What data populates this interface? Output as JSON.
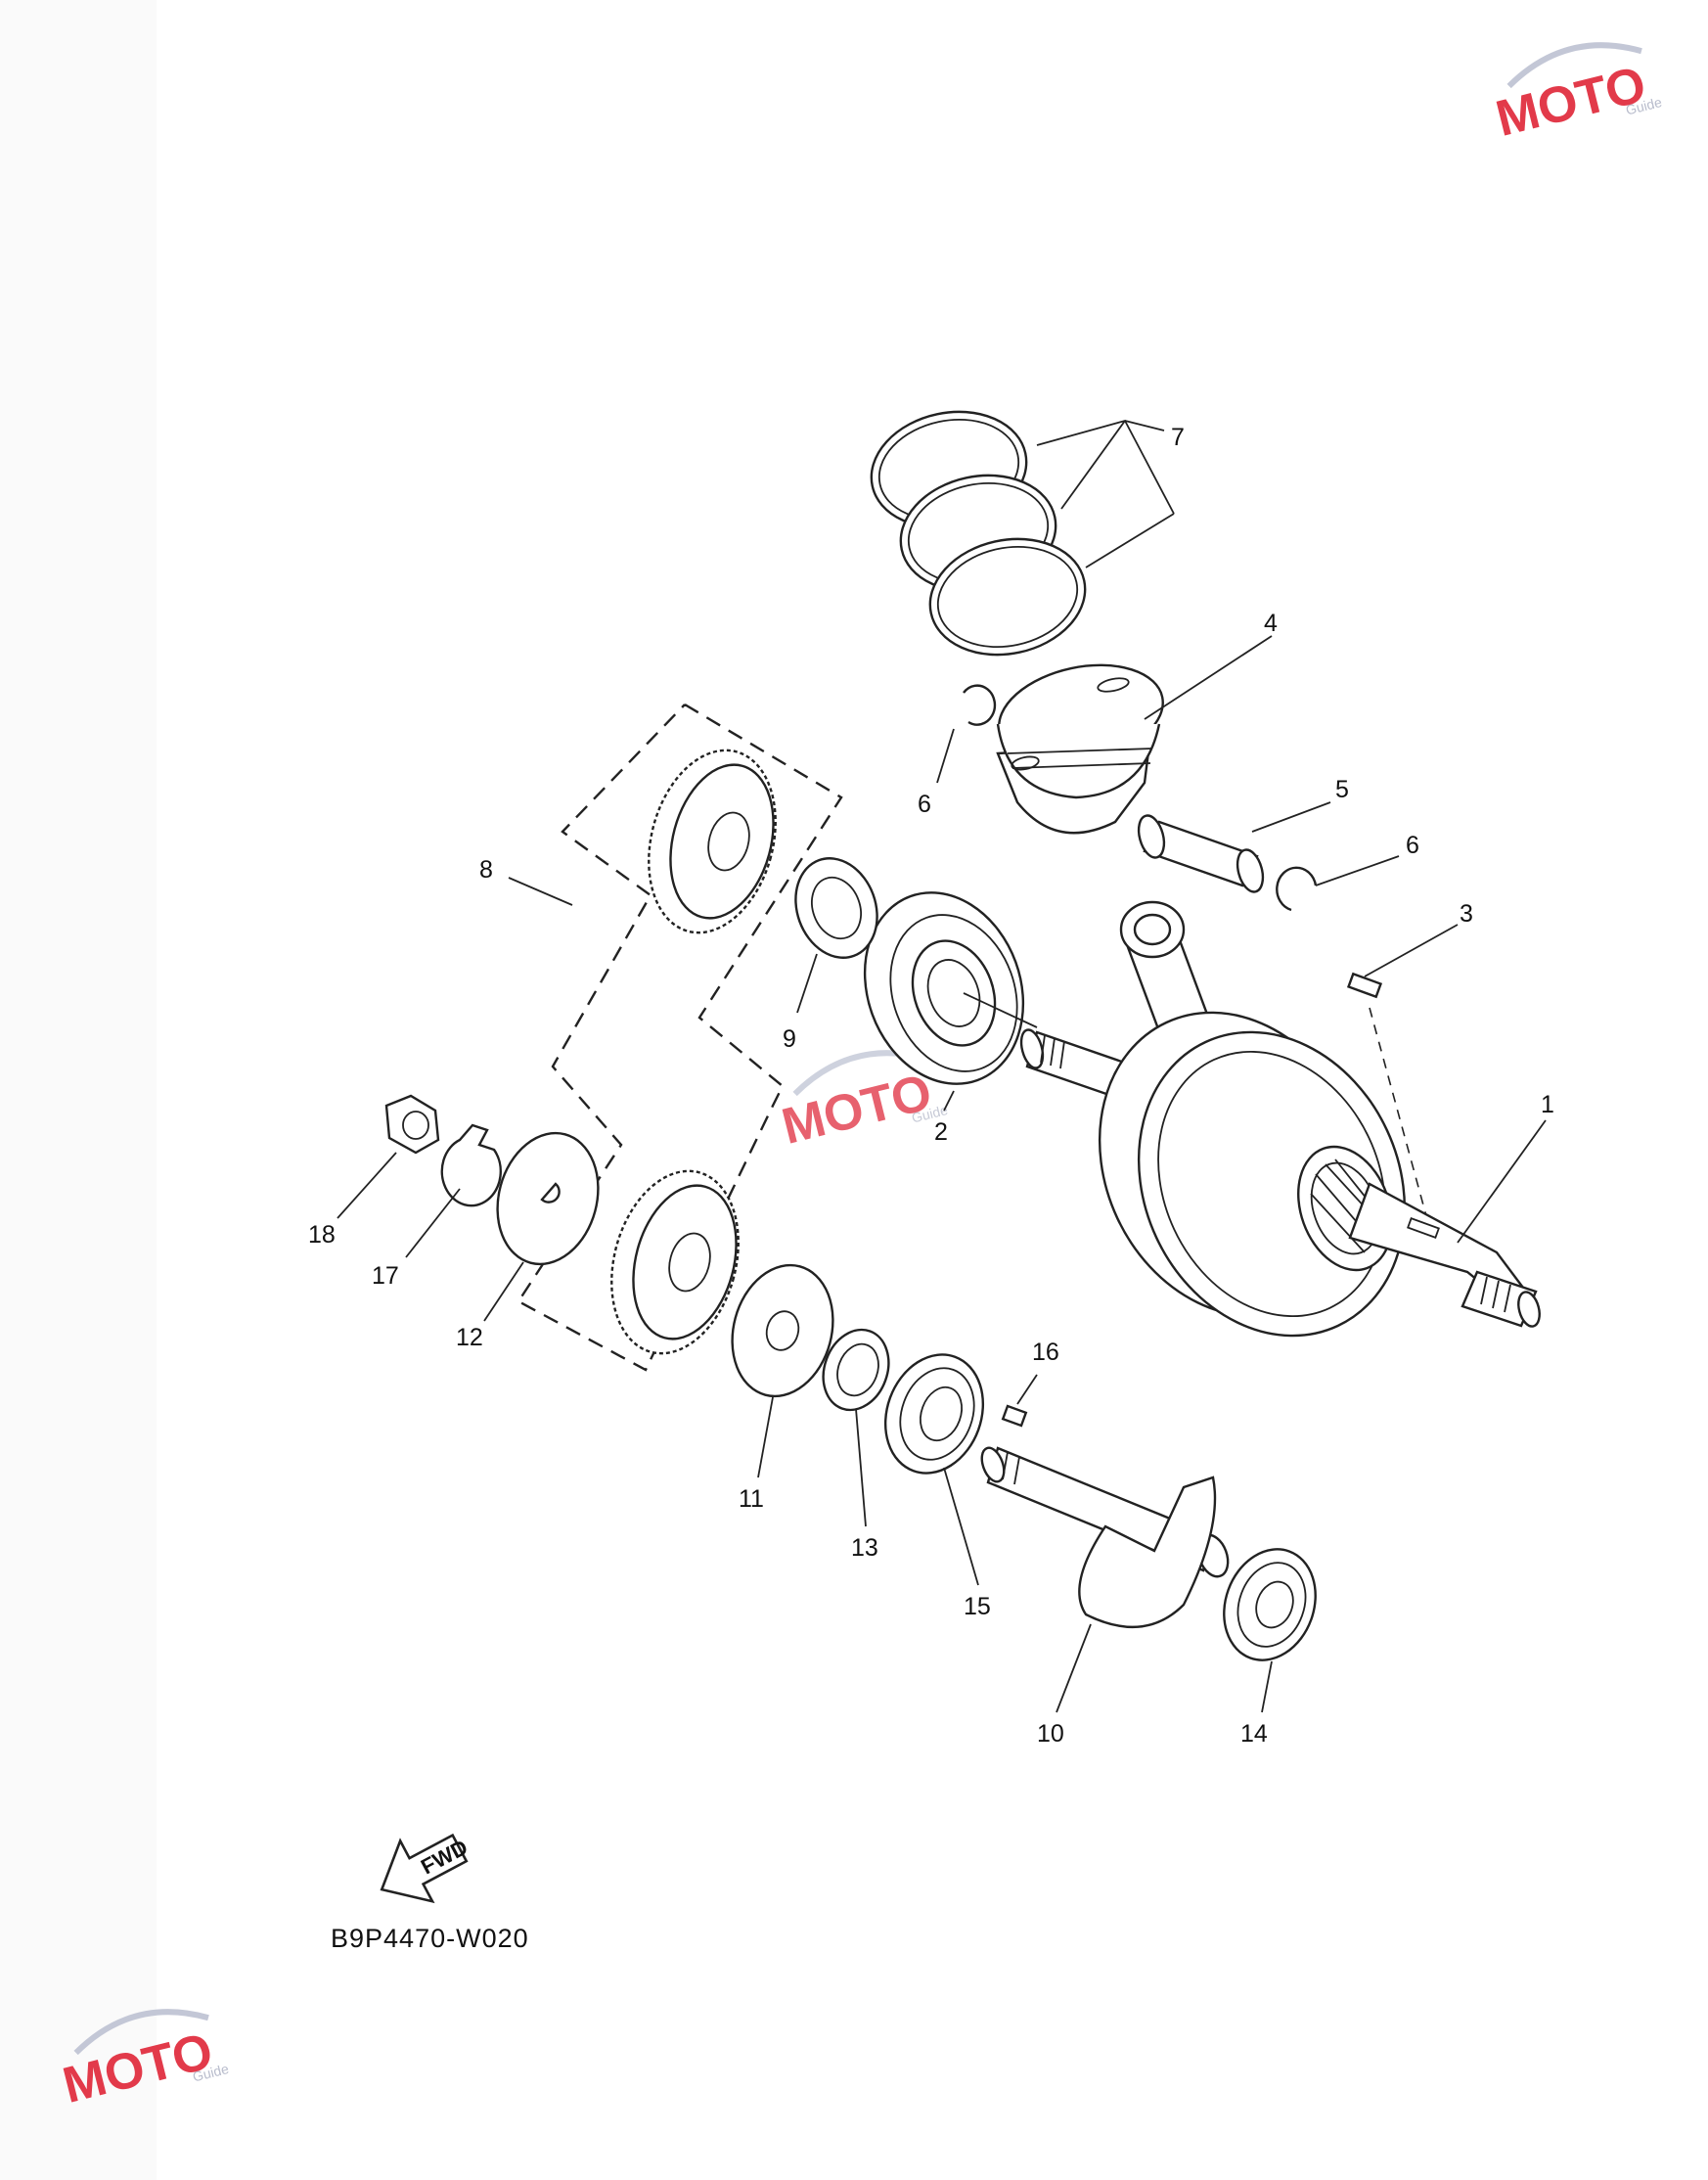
{
  "callouts": {
    "c1": "1",
    "c2": "2",
    "c3": "3",
    "c4": "4",
    "c5": "5",
    "c6a": "6",
    "c6b": "6",
    "c7": "7",
    "c8": "8",
    "c9": "9",
    "c10": "10",
    "c11": "11",
    "c12": "12",
    "c13": "13",
    "c14": "14",
    "c15": "15",
    "c16": "16",
    "c17": "17",
    "c18": "18"
  },
  "fwd_label": "FWD",
  "diagram_code": "B9P4470-W020",
  "watermark": {
    "big": "MOTO",
    "small": "Guide"
  },
  "colors": {
    "watermark_red": "#e23a4a",
    "watermark_grey": "#b8bccc",
    "line": "#222222"
  }
}
